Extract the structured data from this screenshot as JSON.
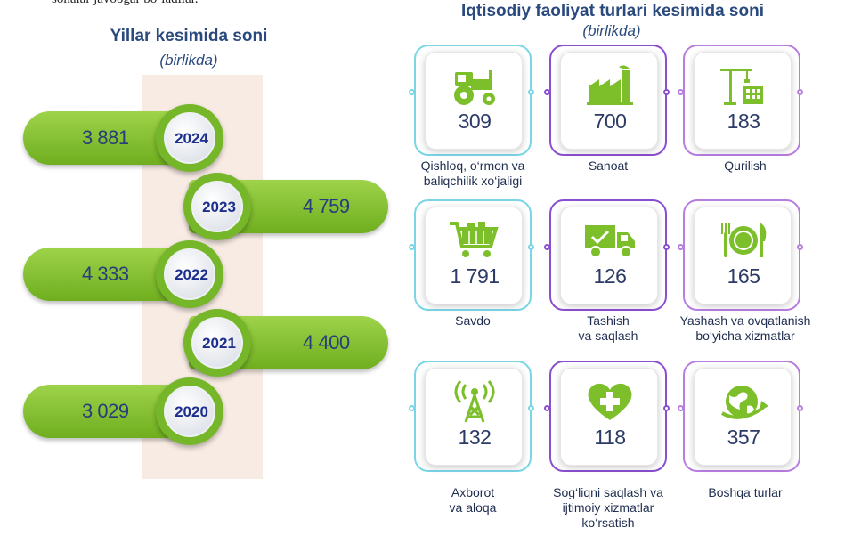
{
  "top_text": "sohalar javobgar bo‘ladilar.",
  "colors": {
    "green": "#7cbf2b",
    "year_text": "#1d2f8c",
    "frame_cyan": "#7ad5e6",
    "frame_purple": "#8a4fd0",
    "frame_violet": "#b77ee0",
    "icon_green": "#7cbf2b"
  },
  "chart_data": [
    {
      "type": "bar",
      "title": "Yillar kesimida soni",
      "subtitle": "(birlikda)",
      "categories": [
        "2024",
        "2023",
        "2022",
        "2021",
        "2020"
      ],
      "values": [
        3881,
        4759,
        4333,
        4400,
        3029
      ],
      "value_labels": [
        "3 881",
        "4 759",
        "4 333",
        "4 400",
        "3 029"
      ]
    },
    {
      "type": "table",
      "title": "Iqtisodiy faoliyat turlari kesimida soni",
      "subtitle": "(birlikda)",
      "items": [
        {
          "label": "Qishloq, o‘rmon va\nbaliqchilik xo‘jaligi",
          "value": 309,
          "value_label": "309",
          "icon": "tractor-icon"
        },
        {
          "label": "Sanoat",
          "value": 700,
          "value_label": "700",
          "icon": "factory-icon"
        },
        {
          "label": "Qurilish",
          "value": 183,
          "value_label": "183",
          "icon": "crane-building-icon"
        },
        {
          "label": "Savdo",
          "value": 1791,
          "value_label": "1 791",
          "icon": "shopping-cart-icon"
        },
        {
          "label": "Tashish\nva saqlash",
          "value": 126,
          "value_label": "126",
          "icon": "delivery-truck-icon"
        },
        {
          "label": "Yashash va ovqatlanish\nbo‘yicha xizmatlar",
          "value": 165,
          "value_label": "165",
          "icon": "plate-fork-knife-icon"
        },
        {
          "label": "Axborot\nva aloqa",
          "value": 132,
          "value_label": "132",
          "icon": "antenna-tower-icon"
        },
        {
          "label": "Sog‘liqni saqlash va\nijtimoiy xizmatlar\nko‘rsatish",
          "value": 118,
          "value_label": "118",
          "icon": "heart-cross-icon"
        },
        {
          "label": "Boshqa turlar",
          "value": 357,
          "value_label": "357",
          "icon": "globe-arrow-icon"
        }
      ]
    }
  ]
}
